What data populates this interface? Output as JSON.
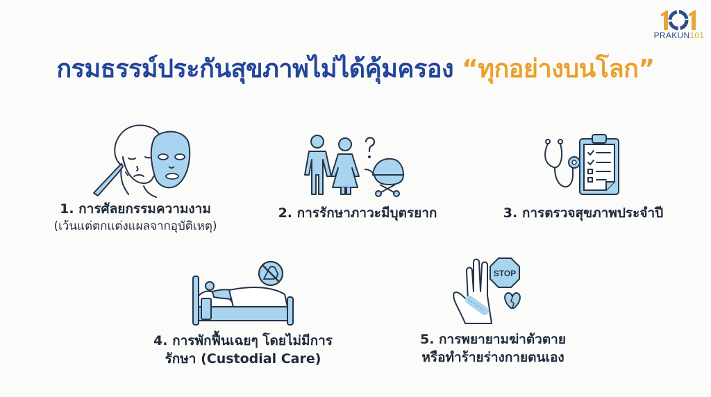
{
  "logo": {
    "number": "101",
    "brand_main": "PRAKUN",
    "brand_accent": "101"
  },
  "title": {
    "main": "กรมธรรม์ประกันสุขภาพไม่ได้คุ้มครอง ",
    "highlight": "“ทุกอย่างบนโลก”"
  },
  "colors": {
    "title_blue": "#23469c",
    "highlight_orange": "#eba02a",
    "icon_fill": "#a9d4f0",
    "icon_stroke": "#243447"
  },
  "items": [
    {
      "icon": "cosmetic-surgery-icon",
      "label": "1. การศัลยกรรมความงาม",
      "sub": "(เว้นแต่ตกแต่งแผลจากอุบัติเหตุ)"
    },
    {
      "icon": "infertility-icon",
      "label": "2. การรักษาภาวะมีบุตรยาก"
    },
    {
      "icon": "annual-checkup-icon",
      "label": "3. การตรวจสุขภาพประจำปี"
    },
    {
      "icon": "custodial-care-icon",
      "label": "4. การพักฟื้นเฉยๆ โดยไม่มีการ",
      "label2": "รักษา (Custodial Care)"
    },
    {
      "icon": "self-harm-icon",
      "label": "5. การพยายามฆ่าตัวตาย",
      "label2": "หรือทำร้ายร่างกายตนเอง",
      "stop_text": "STOP"
    }
  ]
}
